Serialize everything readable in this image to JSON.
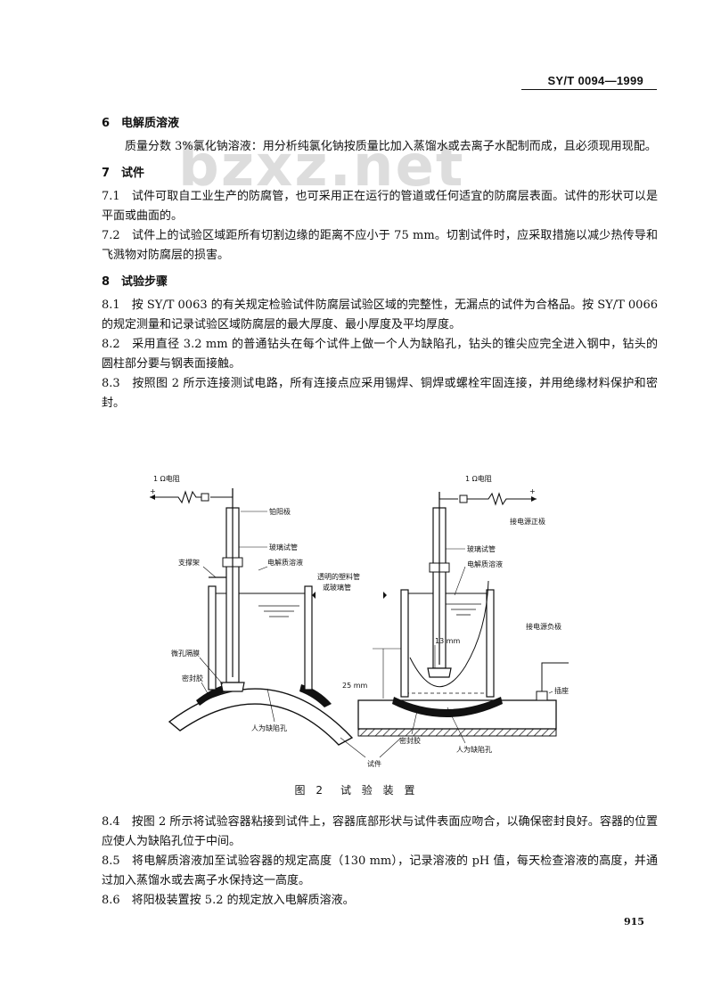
{
  "header": {
    "std_code": "SY/T 0094—1999"
  },
  "watermark": "bzxz.net",
  "sections": {
    "s6_title": "6　电解质溶液",
    "s6_p1": "质量分数 3%氯化钠溶液：用分析纯氯化钠按质量比加入蒸馏水或去离子水配制而成，且必须现用现配。",
    "s7_title": "7　试件",
    "s7_1": "7.1　试件可取自工业生产的防腐管，也可采用正在运行的管道或任何适宜的防腐层表面。试件的形状可以是平面或曲面的。",
    "s7_2": "7.2　试件上的试验区域距所有切割边缘的距离不应小于 75 mm。切割试件时，应采取措施以减少热传导和飞溅物对防腐层的损害。",
    "s8_title": "8　试验步骤",
    "s8_1": "8.1　按 SY/T 0063 的有关规定检验试件防腐层试验区域的完整性，无漏点的试件为合格品。按 SY/T 0066的规定测量和记录试验区域防腐层的最大厚度、最小厚度及平均厚度。",
    "s8_2": "8.2　采用直径 3.2 mm 的普通钻头在每个试件上做一个人为缺陷孔，钻头的锥尖应完全进入钢中，钻头的圆柱部分要与钢表面接触。",
    "s8_3": "8.3　按照图 2 所示连接测试电路，所有连接点应采用锡焊、铜焊或螺栓牢固连接，并用绝缘材料保护和密封。",
    "s8_4": "8.4　按图 2 所示将试验容器粘接到试件上，容器底部形状与试件表面应吻合，以确保密封良好。容器的位置应使人为缺陷孔位于中间。",
    "s8_5": "8.5　将电解质溶液加至试验容器的规定高度（130 mm），记录溶液的 pH 值，每天检查溶液的高度，并通过加入蒸馏水或去离子水保持这一高度。",
    "s8_6": "8.6　将阳极装置按 5.2 的规定放入电解质溶液。"
  },
  "figure": {
    "caption": "图 2　试 验 装 置",
    "labels": {
      "resistor_left": "1 Ω电阻",
      "resistor_right": "1 Ω电阻",
      "plus_left": "+",
      "plus_right": "+",
      "platinum_anode": "铂阳极",
      "glass_tube_left": "玻璃试管",
      "glass_tube_right": "玻璃试管",
      "support": "支撑架",
      "electrolyte_left": "电解质溶液",
      "electrolyte_right": "电解质溶液",
      "plastic_tube": "透明的塑料管",
      "plastic_tube_2": "或玻璃管",
      "membrane": "微孔隔膜",
      "sealant_left": "密封胶",
      "defect_left": "人为缺陷孔",
      "specimen": "试件",
      "sealant_right": "密封胶",
      "defect_right": "人为缺陷孔",
      "to_positive": "接电源正极",
      "to_negative": "接电源负极",
      "socket": "插座",
      "dim_13": "13 mm",
      "dim_25": "25 mm"
    }
  },
  "footer": {
    "page_number": "915"
  }
}
